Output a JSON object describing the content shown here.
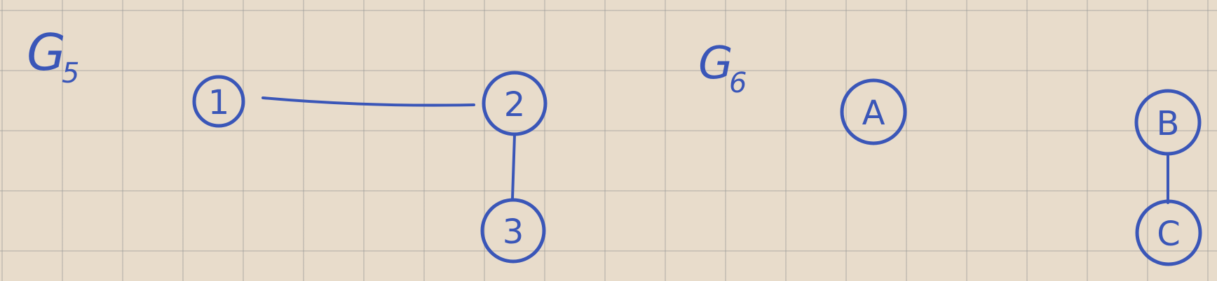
{
  "graphs": [
    {
      "name": "G5",
      "letter": "G",
      "subscript": "5",
      "nodes": [
        "1",
        "2",
        "3"
      ],
      "edges": [
        [
          "1",
          "2"
        ],
        [
          "2",
          "3"
        ]
      ]
    },
    {
      "name": "G6",
      "letter": "G",
      "subscript": "6",
      "nodes": [
        "A",
        "B",
        "C"
      ],
      "edges": [
        [
          "B",
          "C"
        ]
      ]
    }
  ],
  "colors": {
    "ink": "#3a56b8",
    "paper": "#e8dccb",
    "grid": "#969696"
  }
}
